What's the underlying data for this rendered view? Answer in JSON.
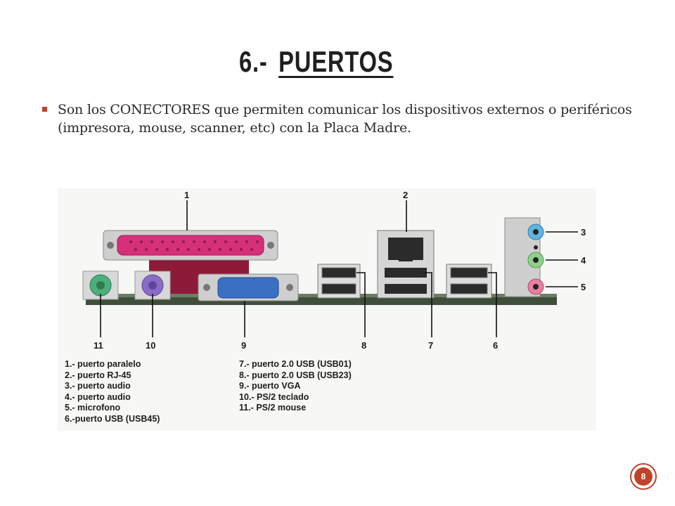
{
  "slide": {
    "title_number": "6.-",
    "title_word": "PUERTOS",
    "bullet": "Son los CONECTORES que permiten comunicar los dispositivos externos o periféricos (impresora, mouse, scanner, etc) con la Placa Madre.",
    "page_number": "8",
    "accent_color": "#c0422b"
  },
  "figure": {
    "callouts": [
      "1",
      "2",
      "3",
      "4",
      "5",
      "6",
      "7",
      "8",
      "9",
      "10",
      "11"
    ],
    "legend_left": [
      "1.- puerto paralelo",
      "2.- puerto RJ-45",
      "3.- puerto audio",
      "4.- puerto audio",
      "5.- microfono",
      "6.-puerto USB (USB45)"
    ],
    "legend_right": [
      "7.- puerto 2.0 USB (USB01)",
      "8.- puerto 2.0 USB (USB23)",
      "9.- puerto VGA",
      "10.- PS/2 teclado",
      "11.- PS/2 mouse"
    ],
    "port_colors": {
      "parallel": "#d6307a",
      "vga": "#3b6fc4",
      "ps2_mouse": "#4caf7a",
      "ps2_keyboard": "#8a6cc8",
      "audio_blue": "#5fb5dd",
      "audio_green": "#8fd08a",
      "audio_pink": "#e77fa0"
    }
  }
}
